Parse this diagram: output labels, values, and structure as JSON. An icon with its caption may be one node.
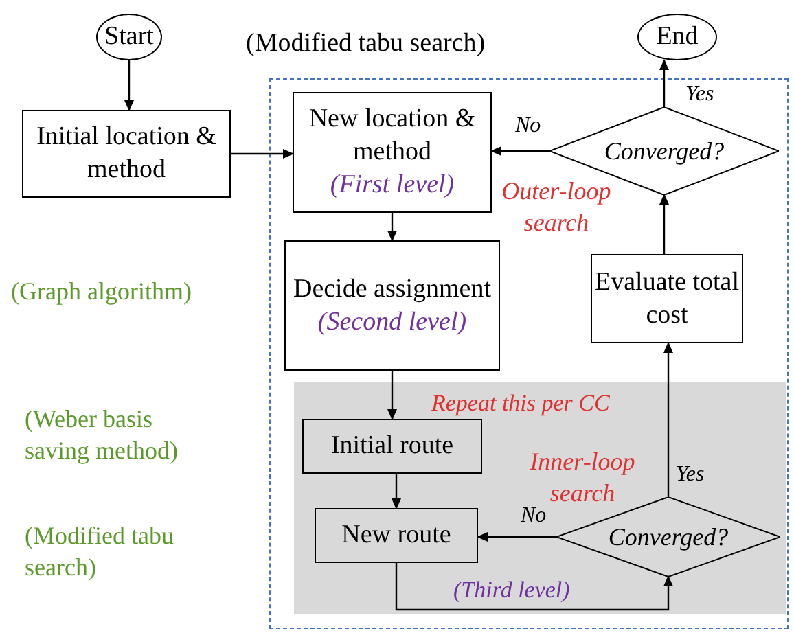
{
  "diagram": {
    "nodes": [
      {
        "text": [
          "Start"
        ]
      },
      {
        "text": [
          "End"
        ]
      },
      {
        "text": [
          "(Modified tabu search)"
        ]
      },
      {
        "text": [
          "Initial location & method"
        ]
      },
      {
        "text": [
          "New location & method",
          "(First level)"
        ],
        "in": 2
      },
      {
        "text": [
          "Converged?"
        ],
        "in": 2
      },
      {
        "text": [
          "Decide assignment",
          "(Second level)"
        ],
        "in": 2
      },
      {
        "text": [
          "Evaluate total cost"
        ],
        "in": 2
      },
      {
        "text": [
          "Repeat this per CC"
        ],
        "in": 2
      },
      {
        "text": [
          "Initial route"
        ],
        "in": 8
      },
      {
        "text": [
          "New route"
        ],
        "in": 8
      },
      {
        "text": [
          "Converged?"
        ],
        "in": 8
      }
    ],
    "edges": [
      {
        "from": 0,
        "to": 3,
        "arrow": "to"
      },
      {
        "from": 3,
        "to": 4,
        "arrow": "to"
      },
      {
        "from": 4,
        "to": 6,
        "arrow": "to"
      },
      {
        "from": 6,
        "to": 9,
        "arrow": "to"
      },
      {
        "from": 9,
        "to": 10,
        "arrow": "to"
      },
      {
        "from": 10,
        "to": 11,
        "arrow": "to",
        "label": "(Third level)"
      },
      {
        "from": 11,
        "to": 10,
        "arrow": "to",
        "label": "No"
      },
      {
        "from": 11,
        "to": 7,
        "arrow": "to",
        "label": "Yes"
      },
      {
        "from": 7,
        "to": 5,
        "arrow": "to"
      },
      {
        "from": 5,
        "to": 4,
        "arrow": "to",
        "label": "No"
      },
      {
        "from": 5,
        "to": 1,
        "arrow": "to",
        "label": "Yes"
      }
    ],
    "labels": [
      "(Graph algorithm)",
      "Outer-loop search",
      "(Weber basis saving method)",
      "Inner-loop search",
      "(Modified tabu search)"
    ]
  }
}
